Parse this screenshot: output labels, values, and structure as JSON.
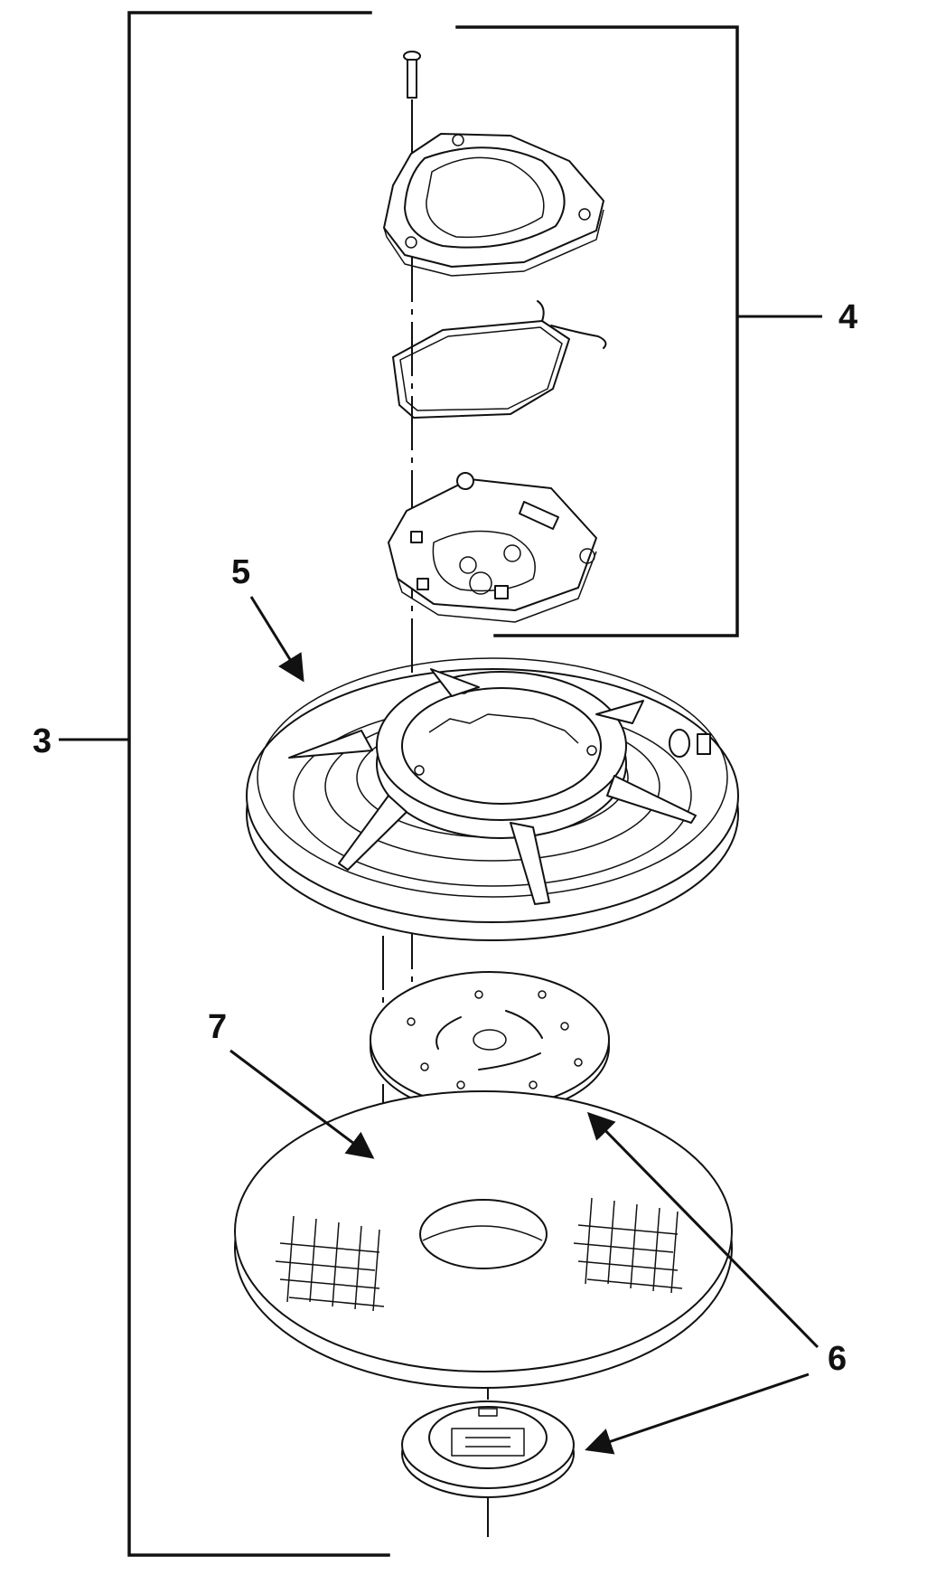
{
  "callouts": [
    {
      "id": "c3",
      "label": "3"
    },
    {
      "id": "c4",
      "label": "4"
    },
    {
      "id": "c5",
      "label": "5"
    },
    {
      "id": "c6",
      "label": "6"
    },
    {
      "id": "c7",
      "label": "7"
    }
  ],
  "colors": {
    "line": "#111111",
    "background": "#ffffff"
  }
}
